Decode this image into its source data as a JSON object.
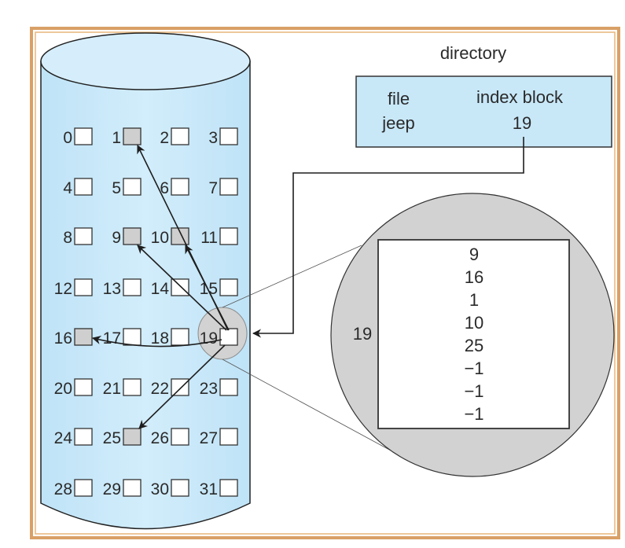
{
  "figure": {
    "type": "indexed-allocation-diagram",
    "colors": {
      "frame": "#d9a066",
      "disk_fill": "#c8e8f8",
      "directory_fill": "#c8e8f8",
      "block_free": "#ffffff",
      "block_used": "#cfcfcf",
      "magnifier": "#d2d2d2",
      "line": "#1e1e1e"
    }
  },
  "directory": {
    "title": "directory",
    "header_file": "file",
    "header_index": "index block",
    "entries": [
      {
        "file": "jeep",
        "index_block": "19"
      }
    ]
  },
  "disk": {
    "columns": 4,
    "blocks": [
      {
        "n": "0",
        "used": false
      },
      {
        "n": "1",
        "used": true
      },
      {
        "n": "2",
        "used": false
      },
      {
        "n": "3",
        "used": false
      },
      {
        "n": "4",
        "used": false
      },
      {
        "n": "5",
        "used": false
      },
      {
        "n": "6",
        "used": false
      },
      {
        "n": "7",
        "used": false
      },
      {
        "n": "8",
        "used": false
      },
      {
        "n": "9",
        "used": true
      },
      {
        "n": "10",
        "used": true
      },
      {
        "n": "11",
        "used": false
      },
      {
        "n": "12",
        "used": false
      },
      {
        "n": "13",
        "used": false
      },
      {
        "n": "14",
        "used": false
      },
      {
        "n": "15",
        "used": false
      },
      {
        "n": "16",
        "used": true
      },
      {
        "n": "17",
        "used": false
      },
      {
        "n": "18",
        "used": false
      },
      {
        "n": "19",
        "used": false,
        "index": true
      },
      {
        "n": "20",
        "used": false
      },
      {
        "n": "21",
        "used": false
      },
      {
        "n": "22",
        "used": false
      },
      {
        "n": "23",
        "used": false
      },
      {
        "n": "24",
        "used": false
      },
      {
        "n": "25",
        "used": true
      },
      {
        "n": "26",
        "used": false
      },
      {
        "n": "27",
        "used": false
      },
      {
        "n": "28",
        "used": false
      },
      {
        "n": "29",
        "used": false
      },
      {
        "n": "30",
        "used": false
      },
      {
        "n": "31",
        "used": false
      }
    ],
    "pointers_from_index": [
      "9",
      "16",
      "1",
      "10",
      "25"
    ]
  },
  "index_block": {
    "label": "19",
    "entries": [
      "9",
      "16",
      "1",
      "10",
      "25",
      "−1",
      "−1",
      "−1"
    ]
  }
}
